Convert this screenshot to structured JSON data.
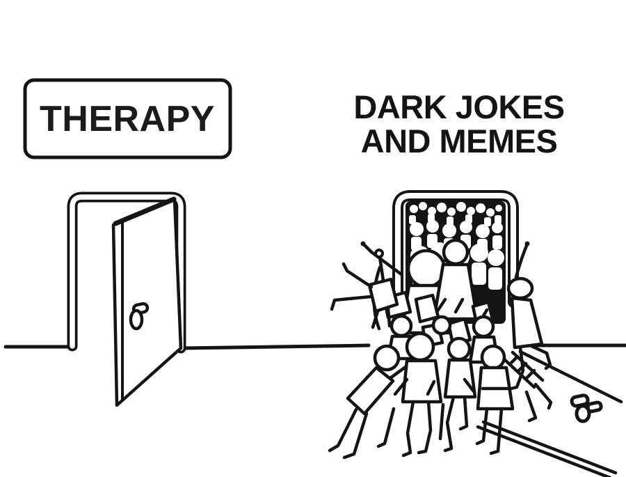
{
  "colors": {
    "background": "#ffffff",
    "ink": "#141414",
    "text": "#1a1a1a"
  },
  "left_panel": {
    "sign_label": "THERAPY",
    "illustration": "quiet-open-therapy-door"
  },
  "right_panel": {
    "caption_line1": "DARK JOKES",
    "caption_line2": "AND MEMES",
    "illustration": "crowd-bursting-through-doorway"
  }
}
